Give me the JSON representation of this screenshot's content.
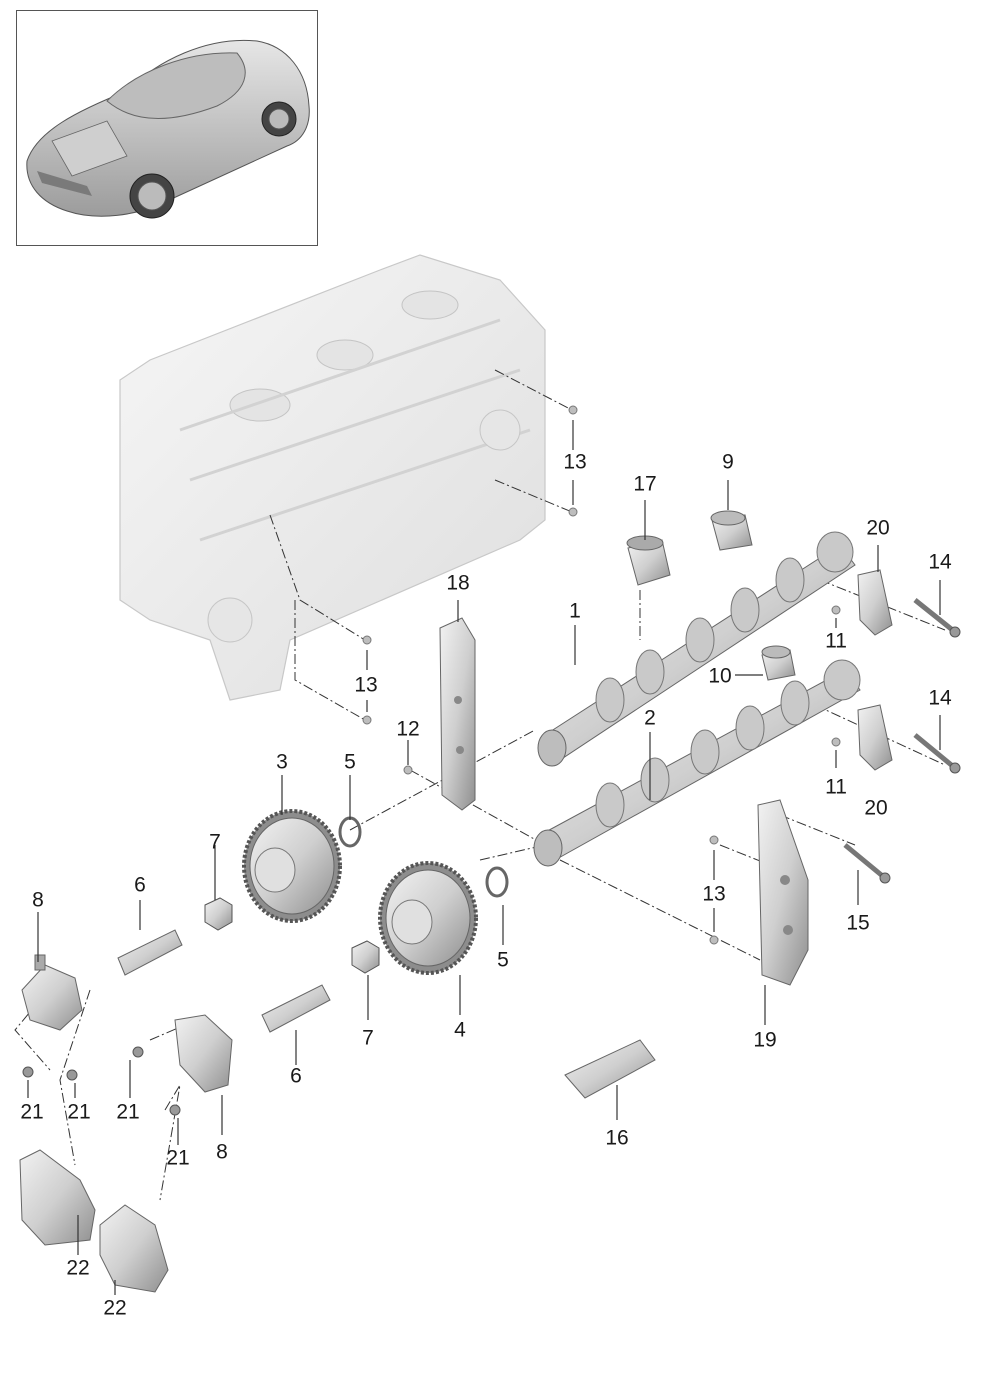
{
  "callouts": {
    "c1": "1",
    "c2": "2",
    "c3": "3",
    "c4": "4",
    "c5a": "5",
    "c5b": "5",
    "c6a": "6",
    "c6b": "6",
    "c7a": "7",
    "c7b": "7",
    "c8a": "8",
    "c8b": "8",
    "c9": "9",
    "c10": "10",
    "c11a": "11",
    "c11b": "11",
    "c12": "12",
    "c13a": "13",
    "c13b": "13",
    "c13c": "13",
    "c14a": "14",
    "c14b": "14",
    "c15": "15",
    "c16": "16",
    "c17": "17",
    "c18": "18",
    "c19": "19",
    "c20a": "20",
    "c20b": "20",
    "c21a": "21",
    "c21b": "21",
    "c21c": "21",
    "c21d": "21",
    "c22a": "22",
    "c22b": "22"
  },
  "colors": {
    "part": "#d8d8d8",
    "part_dark": "#9a9a9a",
    "ghost": "#eeeeee",
    "line": "#333333"
  }
}
